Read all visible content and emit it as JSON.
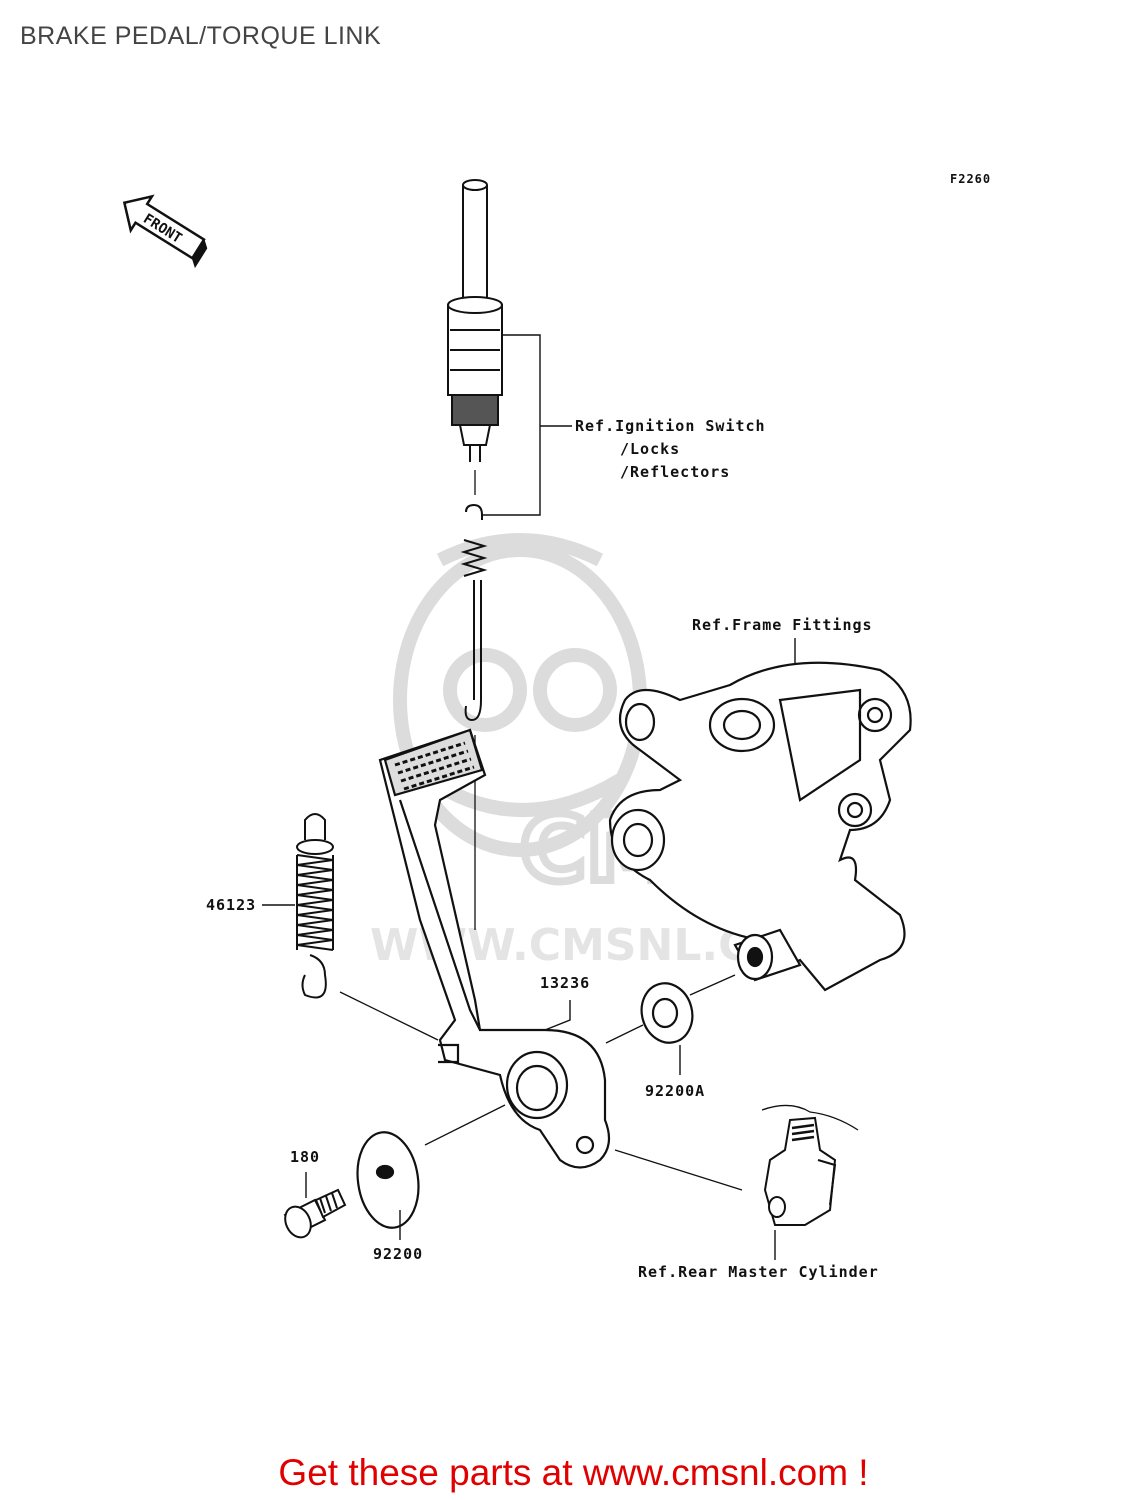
{
  "header": {
    "title": "BRAKE PEDAL/TORQUE LINK"
  },
  "diagram": {
    "figure_code": "F2260",
    "front_marker": "FRONT",
    "watermark": "WWW.CMSNL.COM",
    "watermark_logo": "CMS",
    "callouts": {
      "ignition_switch_1": "Ref.Ignition Switch",
      "ignition_switch_2": "/Locks",
      "ignition_switch_3": "/Reflectors",
      "frame_fittings": "Ref.Frame Fittings",
      "rear_master_cylinder": "Ref.Rear Master Cylinder"
    },
    "parts": {
      "spring": "46123",
      "pedal": "13236",
      "washer_inner": "92200A",
      "bolt": "180",
      "washer_outer": "92200"
    }
  },
  "footer": {
    "text_prefix": "Get these parts at ",
    "link": "www.cmsnl.com",
    "text_suffix": " !"
  },
  "colors": {
    "footer_red": "#e00000",
    "title_grey": "#444444",
    "watermark_grey": "#d9d9d9"
  }
}
